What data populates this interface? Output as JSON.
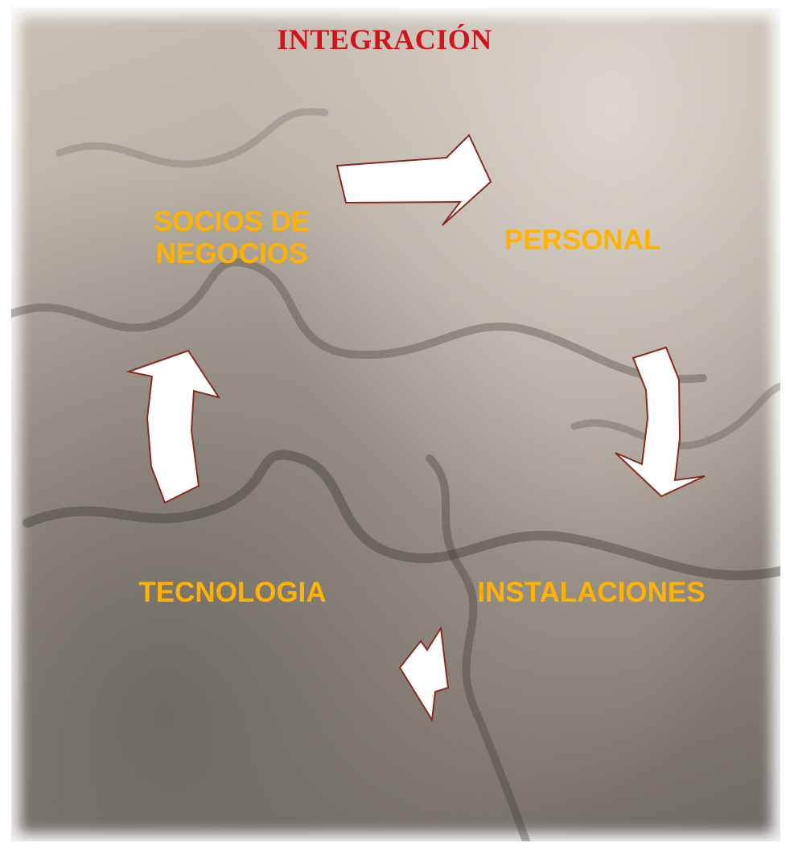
{
  "title": "INTEGRACIÓN",
  "nodes": {
    "socios": "SOCIOS DE NEGOCIOS",
    "personal": "PERSONAL",
    "instalaciones": "INSTALACIONES",
    "tecnologia": "TECNOLOGIA"
  },
  "colors": {
    "title": "#d51218",
    "labels": "#ffb300",
    "arrow_fill": "#ffffff",
    "arrow_stroke": "#8a2a1c"
  }
}
